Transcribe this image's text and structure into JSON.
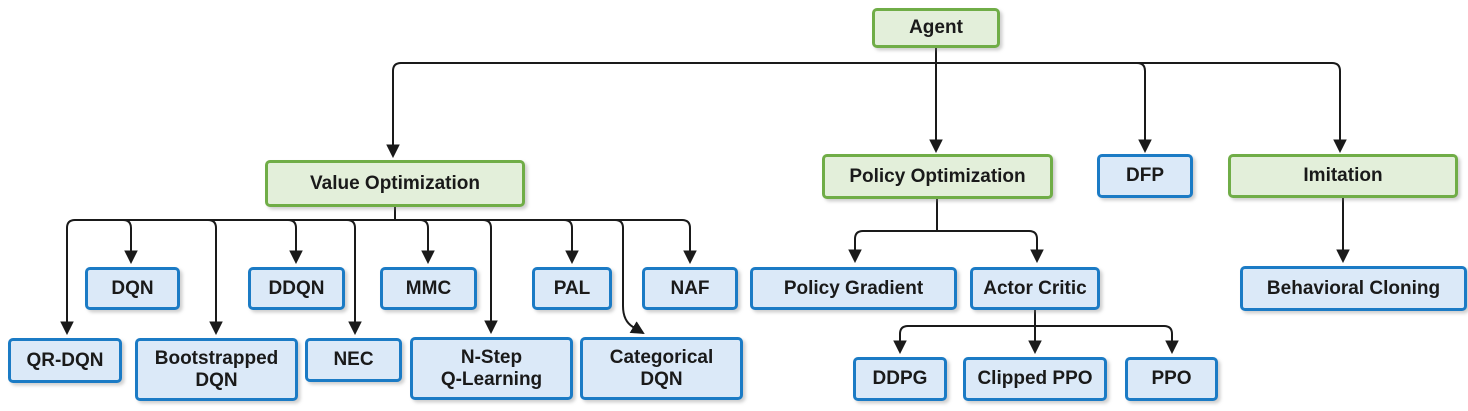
{
  "colors": {
    "category_fill": "#e3efda",
    "category_border": "#70ad47",
    "leaf_fill": "#dbe9f8",
    "leaf_border": "#1b7bc5",
    "connector": "#1a1a1a",
    "text": "#1a1a1a"
  },
  "nodes": {
    "agent": {
      "label": "Agent",
      "kind": "category"
    },
    "value_optimization": {
      "label": "Value Optimization",
      "kind": "category"
    },
    "policy_optimization": {
      "label": "Policy Optimization",
      "kind": "category"
    },
    "dfp": {
      "label": "DFP",
      "kind": "leaf"
    },
    "imitation": {
      "label": "Imitation",
      "kind": "category"
    },
    "dqn": {
      "label": "DQN",
      "kind": "leaf"
    },
    "ddqn": {
      "label": "DDQN",
      "kind": "leaf"
    },
    "mmc": {
      "label": "MMC",
      "kind": "leaf"
    },
    "pal": {
      "label": "PAL",
      "kind": "leaf"
    },
    "naf": {
      "label": "NAF",
      "kind": "leaf"
    },
    "qr_dqn": {
      "label": "QR-DQN",
      "kind": "leaf"
    },
    "bootstrapped_dqn": {
      "label": "Bootstrapped\nDQN",
      "kind": "leaf"
    },
    "nec": {
      "label": "NEC",
      "kind": "leaf"
    },
    "n_step_q_learning": {
      "label": "N-Step\nQ-Learning",
      "kind": "leaf"
    },
    "categorical_dqn": {
      "label": "Categorical\nDQN",
      "kind": "leaf"
    },
    "policy_gradient": {
      "label": "Policy Gradient",
      "kind": "leaf"
    },
    "actor_critic": {
      "label": "Actor Critic",
      "kind": "leaf"
    },
    "ddpg": {
      "label": "DDPG",
      "kind": "leaf"
    },
    "clipped_ppo": {
      "label": "Clipped PPO",
      "kind": "leaf"
    },
    "ppo": {
      "label": "PPO",
      "kind": "leaf"
    },
    "behavioral_cloning": {
      "label": "Behavioral Cloning",
      "kind": "leaf"
    }
  },
  "hierarchy": {
    "agent": [
      "value_optimization",
      "policy_optimization",
      "dfp",
      "imitation"
    ],
    "value_optimization": [
      "dqn",
      "ddqn",
      "mmc",
      "pal",
      "naf",
      "qr_dqn",
      "bootstrapped_dqn",
      "nec",
      "n_step_q_learning",
      "categorical_dqn"
    ],
    "policy_optimization": [
      "policy_gradient",
      "actor_critic"
    ],
    "actor_critic": [
      "ddpg",
      "clipped_ppo",
      "ppo"
    ],
    "imitation": [
      "behavioral_cloning"
    ]
  }
}
